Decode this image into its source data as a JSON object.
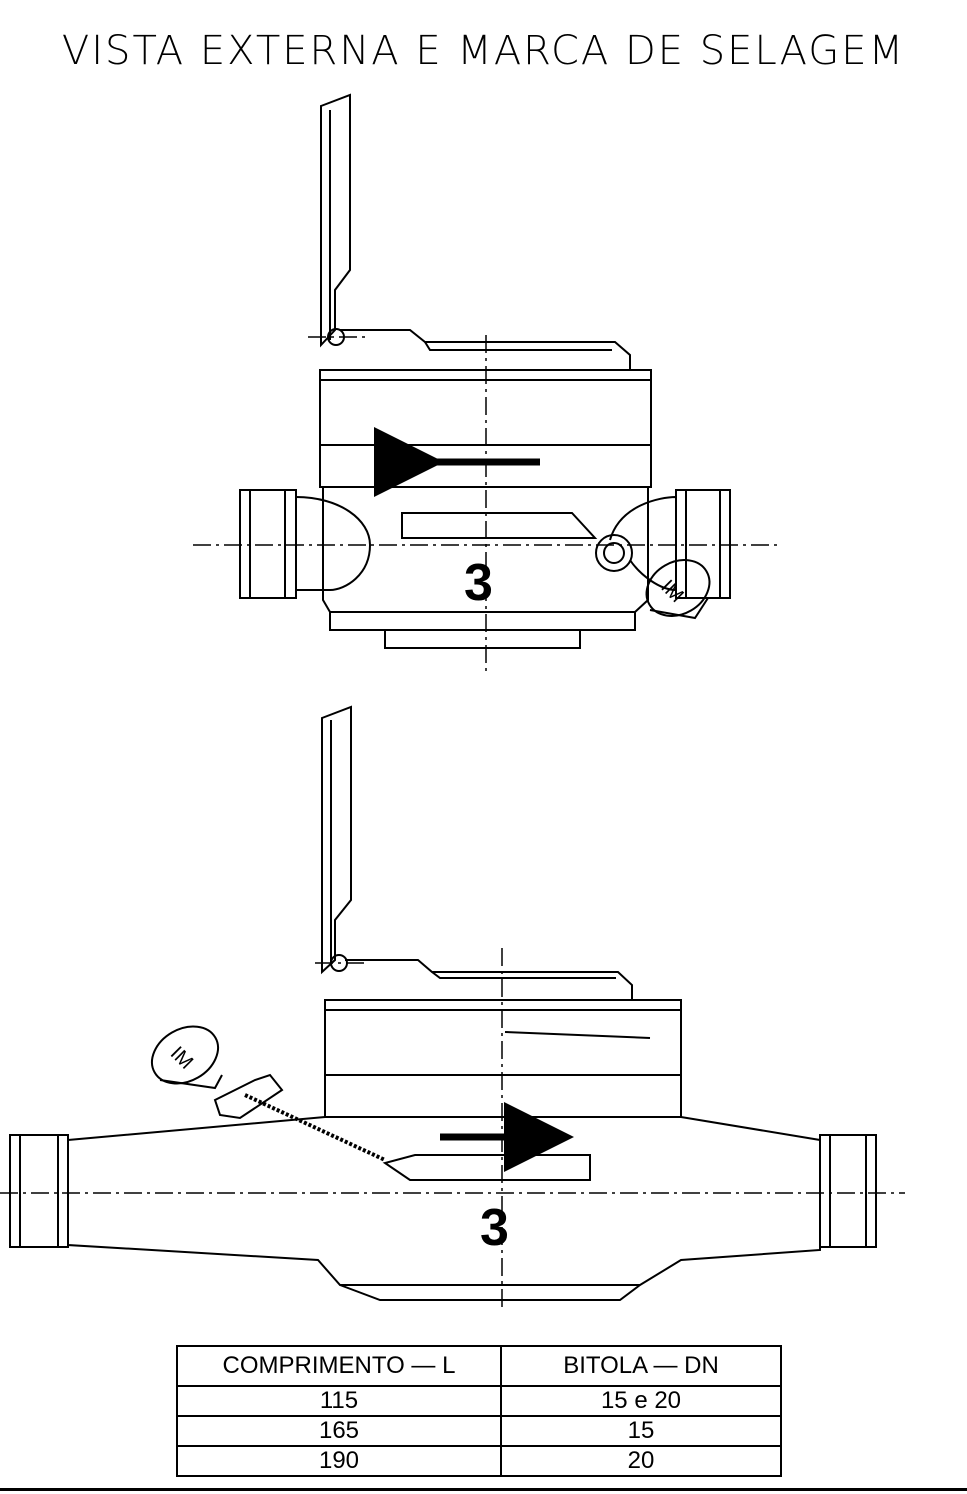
{
  "title": "VISTA EXTERNA E MARCA DE SELAGEM",
  "views": {
    "top": {
      "digit": "3",
      "seal_text": "IM"
    },
    "bottom": {
      "digit": "3",
      "seal_text": "IM"
    }
  },
  "table": {
    "headers": [
      "COMPRIMENTO  —  L",
      "BITOLA   —  DN"
    ],
    "rows": [
      [
        "115",
        "15  e  20"
      ],
      [
        "165",
        "15"
      ],
      [
        "190",
        "20"
      ]
    ]
  }
}
